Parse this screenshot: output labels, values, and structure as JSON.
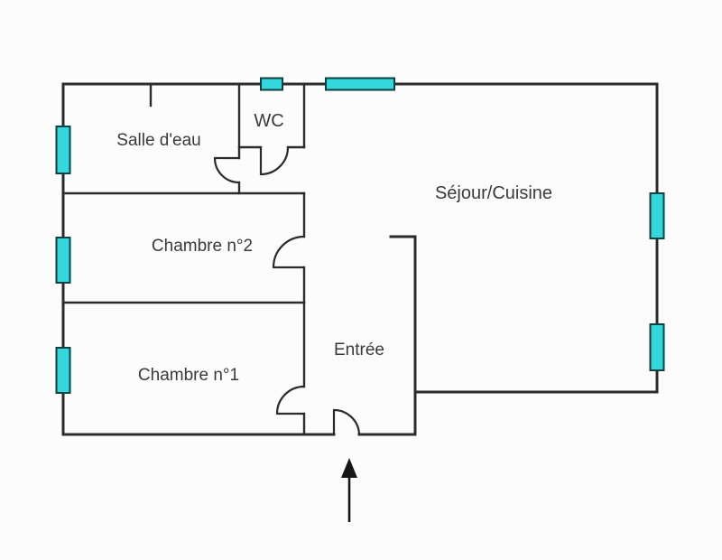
{
  "figure": {
    "type": "floor-plan",
    "language": "fr"
  },
  "rooms": [
    {
      "name": "salle-deau",
      "label": "Salle d'eau"
    },
    {
      "name": "wc",
      "label": "WC"
    },
    {
      "name": "sejour-cuisine",
      "label": "Séjour/Cuisine"
    },
    {
      "name": "chambre-2",
      "label": "Chambre n°2"
    },
    {
      "name": "chambre-1",
      "label": "Chambre n°1"
    },
    {
      "name": "entree",
      "label": "Entrée"
    }
  ],
  "features": {
    "windows": [
      {
        "wall": "left",
        "position": "salle-deau"
      },
      {
        "wall": "left",
        "position": "chambre-2"
      },
      {
        "wall": "left",
        "position": "chambre-1"
      },
      {
        "wall": "top",
        "position": "above-wc",
        "size": "small"
      },
      {
        "wall": "top",
        "position": "sejour-left",
        "size": "large"
      },
      {
        "wall": "right",
        "position": "sejour-upper"
      },
      {
        "wall": "right",
        "position": "sejour-lower"
      }
    ],
    "doors": [
      {
        "room": "Salle d'eau",
        "swing": "into-room"
      },
      {
        "room": "WC",
        "swing": "into-hall"
      },
      {
        "room": "Chambre n°2",
        "swing": "into-room"
      },
      {
        "room": "Chambre n°1",
        "swing": "into-room"
      },
      {
        "room": "Entrée",
        "type": "front-door",
        "swing": "into-entree"
      }
    ],
    "entrance_arrow": {
      "direction": "up",
      "meaning": "main entrance"
    }
  },
  "colors": {
    "wall": "#2b2b2b",
    "window_fill": "#33d8dc",
    "window_stroke": "#0d4042",
    "text": "#3a3a3a",
    "arrow": "#161616",
    "background": "#fcfcfc"
  }
}
